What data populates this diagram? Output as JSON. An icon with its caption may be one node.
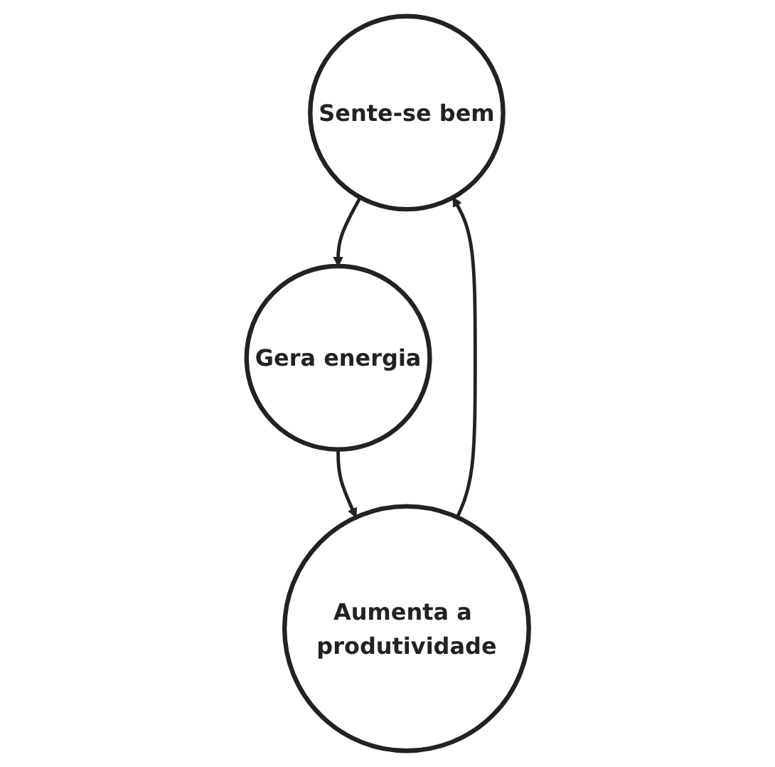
{
  "diagram": {
    "nodes": [
      {
        "text": [
          "Sente-se bem"
        ]
      },
      {
        "text": [
          "Gera energia"
        ]
      },
      {
        "text": [
          "Aumenta a produtividade"
        ]
      }
    ],
    "edges": [
      {
        "from": 0,
        "to": 1,
        "arrow": "to"
      },
      {
        "from": 1,
        "to": 2,
        "arrow": "to"
      },
      {
        "from": 2,
        "to": 0,
        "arrow": "to"
      }
    ]
  }
}
